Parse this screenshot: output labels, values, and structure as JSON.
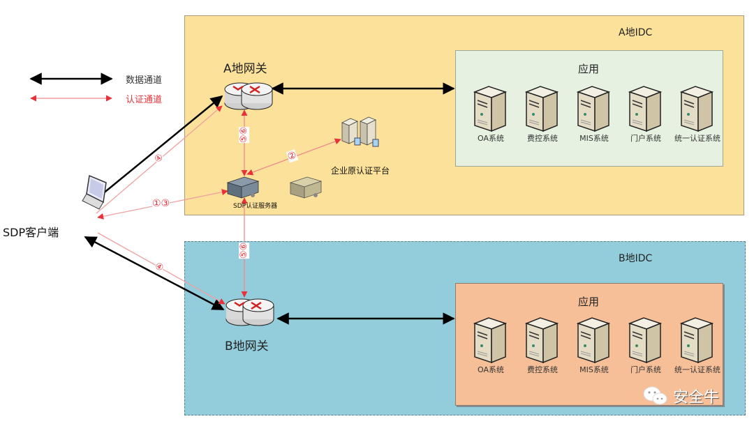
{
  "legend": {
    "data_channel": {
      "label": "数据通道",
      "color": "#000000"
    },
    "auth_channel": {
      "label": "认证通道",
      "color": "#e8313a"
    }
  },
  "client": {
    "label": "SDP客户端"
  },
  "idc_a": {
    "title": "A地IDC",
    "gateway_label": "A地网关",
    "auth_server_label": "SDP认证服务器",
    "enterprise_auth_label": "企业原认证平台",
    "apps": {
      "title": "应用",
      "servers": [
        "OA系统",
        "费控系统",
        "MIS系统",
        "门户系统",
        "统一认证系统"
      ]
    }
  },
  "idc_b": {
    "title": "B地IDC",
    "gateway_label": "B地网关",
    "apps": {
      "title": "应用",
      "servers": [
        "OA系统",
        "费控系统",
        "MIS系统",
        "门户系统",
        "统一认证系统"
      ]
    }
  },
  "step_labels": {
    "client_to_gw_a": "④",
    "client_to_auth": "①③",
    "auth_to_gw_a": "⑤⑥",
    "auth_to_platform": "②",
    "auth_to_gw_b": "⑤⑥",
    "client_to_gw_b": "④"
  },
  "colors": {
    "idc_a_bg": "#fbe199",
    "idc_b_bg": "#93cddb",
    "apps_a_bg": "#e6f1e1",
    "apps_b_bg": "#f6bf98",
    "auth_line": "#e8313a",
    "auth_line_light": "#f0a0a0"
  },
  "watermark": {
    "text": "安全牛"
  }
}
